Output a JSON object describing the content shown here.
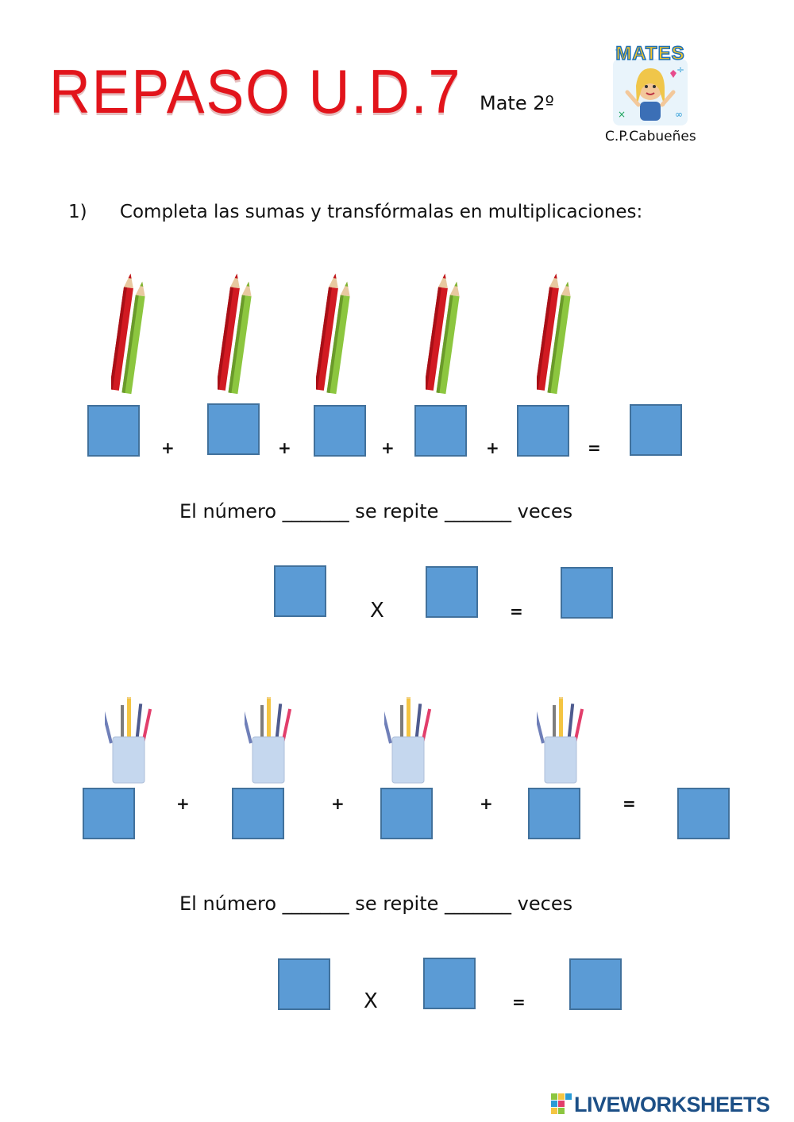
{
  "header": {
    "title": "REPASO U.D.7",
    "subtitle": "Mate 2º",
    "logo_text": "MATES",
    "school": "C.P.Cabueñes"
  },
  "exercise": {
    "number": "1)",
    "instruction": "Completa las sumas y transfórmalas en multiplicaciones:"
  },
  "group1": {
    "plus": "+",
    "equals": "=",
    "sentence": "El número _______ se repite _______  veces",
    "times": "X"
  },
  "group2": {
    "plus": "+",
    "equals": "=",
    "sentence": "El número _______ se repite _______  veces",
    "times": "X"
  },
  "footer": {
    "brand": "LIVEWORKSHEETS"
  },
  "colors": {
    "title": "#e2141b",
    "box": "#5b9bd5",
    "box_border": "#41719c",
    "brand": "#1c4f86"
  },
  "icons": [
    "pencil-pair-icon",
    "pencil-cup-icon",
    "mates-logo-icon",
    "liveworksheets-logo-icon"
  ]
}
